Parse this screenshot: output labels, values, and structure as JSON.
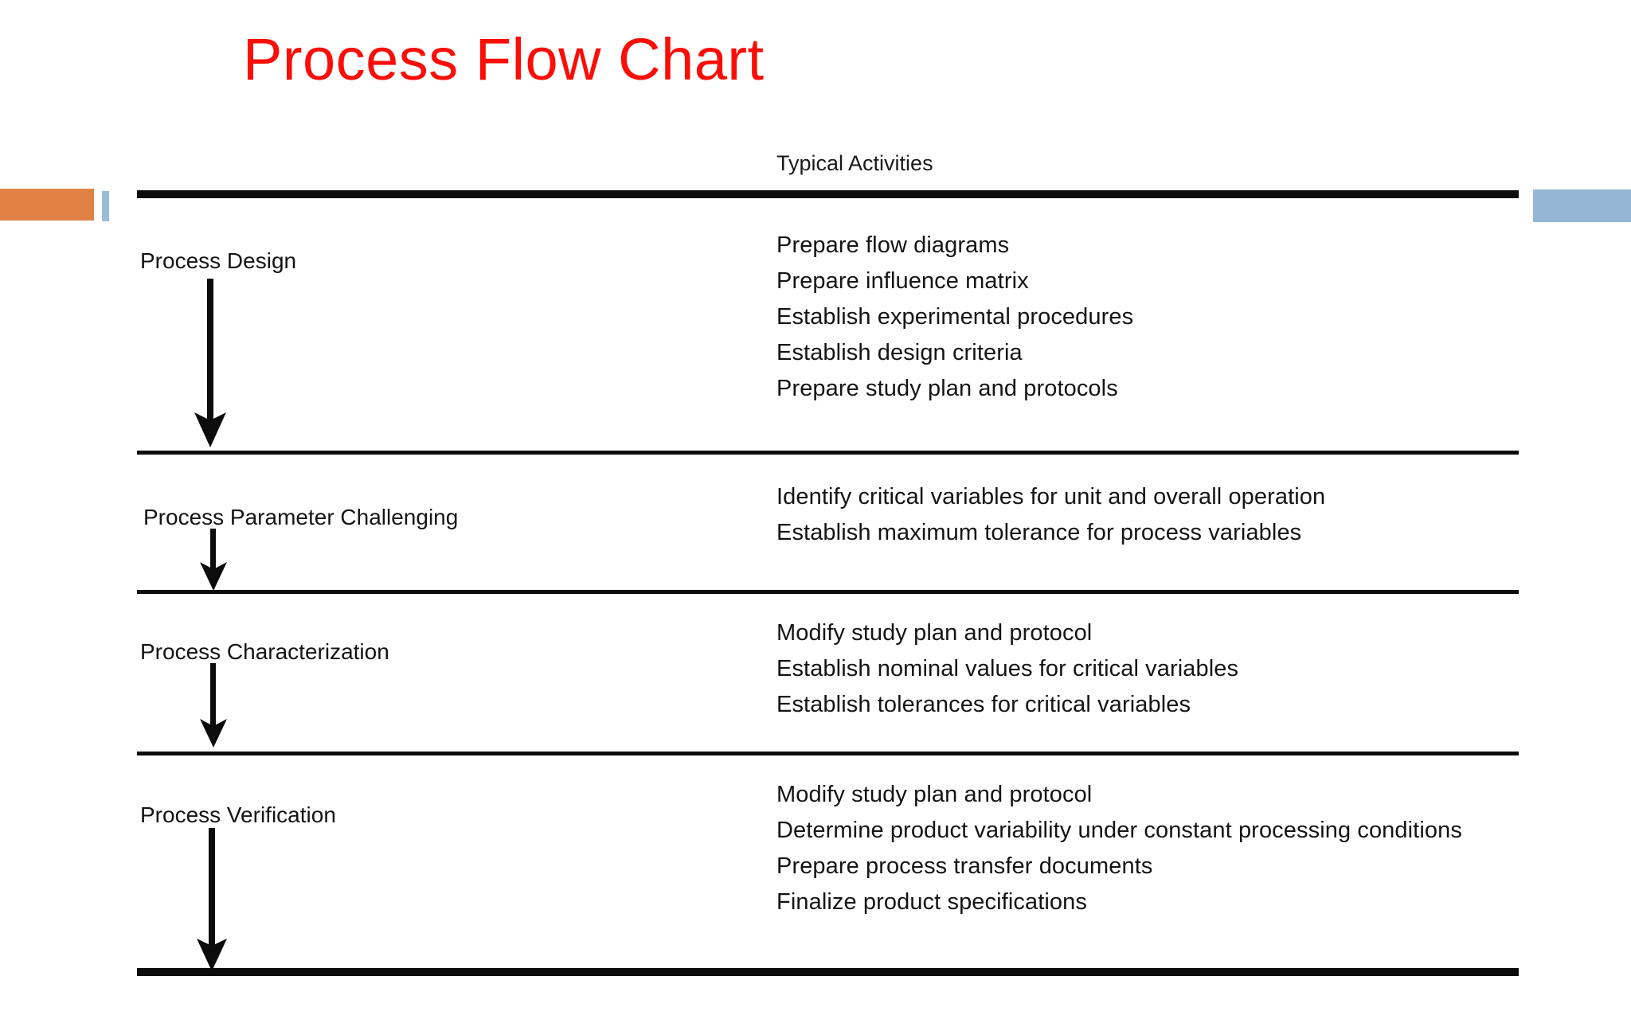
{
  "slide": {
    "title": "Process Flow Chart",
    "title_color": "#fb0d08"
  },
  "accents": {
    "orange": "#df8244",
    "blue": "#95b7d5"
  },
  "chart_data": {
    "type": "table",
    "title": "Process Flow Chart",
    "columns": [
      "",
      "Typical Activities"
    ],
    "column_header": "Typical Activities",
    "rows": [
      {
        "stage": "Process Design",
        "activities": [
          "Prepare flow diagrams",
          "Prepare influence matrix",
          "Establish experimental procedures",
          "Establish design criteria",
          "Prepare study plan and protocols"
        ]
      },
      {
        "stage": "Process Parameter Challenging",
        "activities": [
          "Identify critical variables for unit and overall operation",
          "Establish maximum tolerance for process variables"
        ]
      },
      {
        "stage": "Process Characterization",
        "activities": [
          "Modify study plan and protocol",
          "Establish nominal values for critical variables",
          "Establish tolerances for critical variables"
        ]
      },
      {
        "stage": "Process Verification",
        "activities": [
          "Modify study plan and protocol",
          "Determine product variability under constant processing conditions",
          "Prepare process transfer documents",
          "Finalize product specifications"
        ]
      }
    ],
    "flow_direction": "top-to-bottom",
    "connector": "down-arrow"
  }
}
